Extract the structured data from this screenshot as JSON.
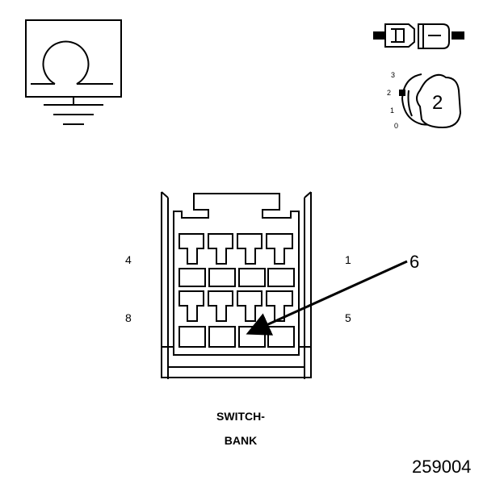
{
  "figure": {
    "pin_labels": {
      "top_left": "4",
      "top_right": "1",
      "bottom_left": "8",
      "bottom_right": "5"
    },
    "callout": "6",
    "caption_line1": "SWITCH-",
    "caption_line2": "BANK",
    "figure_number": "259004"
  },
  "ignition_key": {
    "positions": [
      "3",
      "2",
      "1",
      "0"
    ],
    "key_number": "2"
  },
  "icons": [
    "ohmmeter-symbol-icon",
    "ground-symbol-icon",
    "connector-plug-icon",
    "ignition-switch-key-icon",
    "connector-housing-icon",
    "callout-arrow-icon"
  ]
}
